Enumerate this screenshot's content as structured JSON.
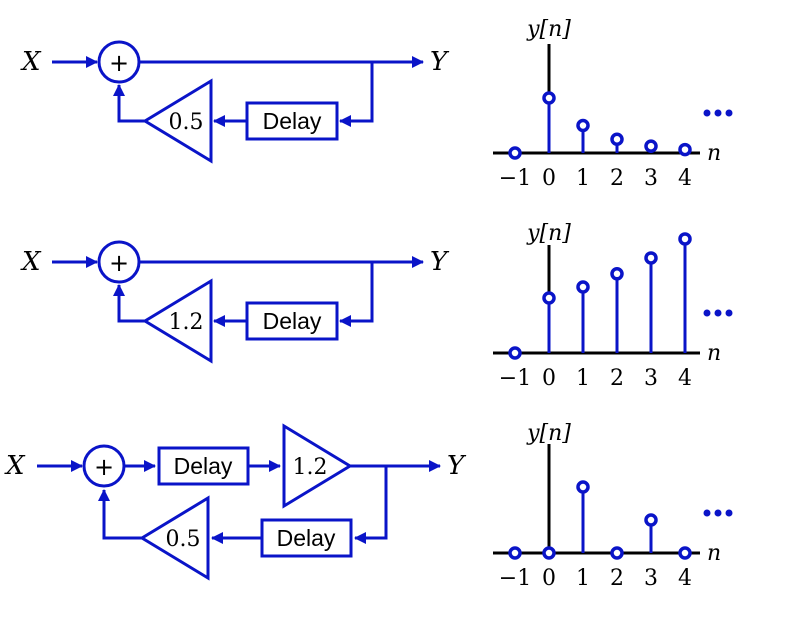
{
  "systems": [
    {
      "input": "X",
      "output": "Y",
      "plus": "+",
      "gain": "0.5",
      "delay": "Delay",
      "plot": {
        "ylabel": "y[n]",
        "xlabel": "n",
        "ticks": [
          "−1",
          "0",
          "1",
          "2",
          "3",
          "4"
        ],
        "n": [
          -1,
          0,
          1,
          2,
          3,
          4
        ],
        "y": [
          0,
          1.0,
          0.5,
          0.25,
          0.125,
          0.0625
        ]
      }
    },
    {
      "input": "X",
      "output": "Y",
      "plus": "+",
      "gain": "1.2",
      "delay": "Delay",
      "plot": {
        "ylabel": "y[n]",
        "xlabel": "n",
        "ticks": [
          "−1",
          "0",
          "1",
          "2",
          "3",
          "4"
        ],
        "n": [
          -1,
          0,
          1,
          2,
          3,
          4
        ],
        "y": [
          0,
          1.0,
          1.2,
          1.44,
          1.728,
          2.0736
        ]
      }
    },
    {
      "input": "X",
      "output": "Y",
      "plus": "+",
      "gain_forward": "1.2",
      "gain_feedback": "0.5",
      "delay_forward": "Delay",
      "delay_feedback": "Delay",
      "plot": {
        "ylabel": "y[n]",
        "xlabel": "n",
        "ticks": [
          "−1",
          "0",
          "1",
          "2",
          "3",
          "4"
        ],
        "n": [
          -1,
          0,
          1,
          2,
          3,
          4
        ],
        "y": [
          0,
          0,
          1.2,
          0,
          0.6,
          0
        ]
      }
    }
  ],
  "colors": {
    "diagram": "#0a14c8",
    "axis": "#000000"
  },
  "chart_data": [
    {
      "type": "scatter",
      "xlabel": "n",
      "ylabel": "y[n]",
      "x": [
        -1,
        0,
        1,
        2,
        3,
        4
      ],
      "y": [
        0,
        1.0,
        0.5,
        0.25,
        0.125,
        0.0625
      ]
    },
    {
      "type": "scatter",
      "xlabel": "n",
      "ylabel": "y[n]",
      "x": [
        -1,
        0,
        1,
        2,
        3,
        4
      ],
      "y": [
        0,
        1.0,
        1.2,
        1.44,
        1.728,
        2.0736
      ]
    },
    {
      "type": "scatter",
      "xlabel": "n",
      "ylabel": "y[n]",
      "x": [
        -1,
        0,
        1,
        2,
        3,
        4
      ],
      "y": [
        0,
        0,
        1.2,
        0,
        0.6,
        0
      ]
    }
  ]
}
